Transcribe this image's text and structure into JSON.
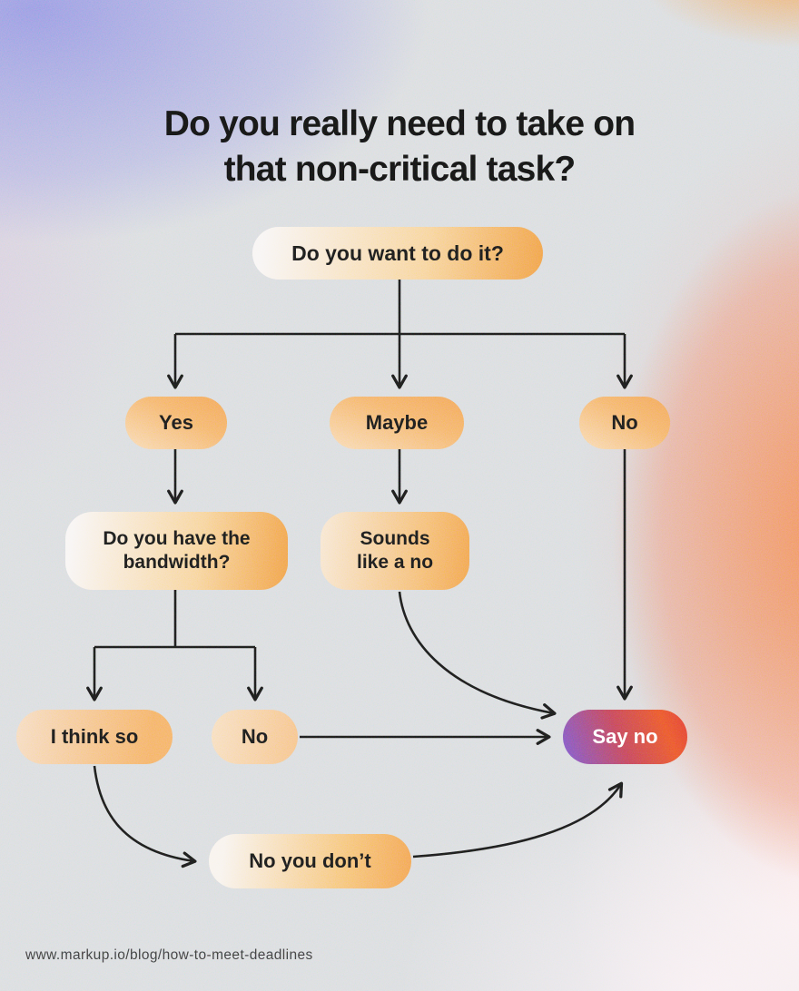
{
  "header": {
    "title_line1": "Do you really need to take on",
    "title_line2": "that non-critical task?"
  },
  "nodes": {
    "want": {
      "label": "Do you want to do it?"
    },
    "yes": {
      "label": "Yes"
    },
    "maybe": {
      "label": "Maybe"
    },
    "no_top": {
      "label": "No"
    },
    "bandwidth": {
      "label": "Do you have the bandwidth?"
    },
    "sounds": {
      "label": "Sounds like a no"
    },
    "think": {
      "label": "I think so"
    },
    "no_mid": {
      "label": "No"
    },
    "say_no": {
      "label": "Say no"
    },
    "no_dont": {
      "label": "No you don’t"
    }
  },
  "edges": [
    {
      "from": "Do you want to do it?",
      "to": "Yes"
    },
    {
      "from": "Do you want to do it?",
      "to": "Maybe"
    },
    {
      "from": "Do you want to do it?",
      "to": "No"
    },
    {
      "from": "Yes",
      "to": "Do you have the bandwidth?"
    },
    {
      "from": "Maybe",
      "to": "Sounds like a no"
    },
    {
      "from": "No",
      "to": "Say no"
    },
    {
      "from": "Do you have the bandwidth?",
      "to": "I think so"
    },
    {
      "from": "Do you have the bandwidth?",
      "to": "No"
    },
    {
      "from": "Sounds like a no",
      "to": "Say no"
    },
    {
      "from": "No",
      "to": "Say no"
    },
    {
      "from": "I think so",
      "to": "No you don’t"
    },
    {
      "from": "No you don’t",
      "to": "Say no"
    }
  ],
  "footer": {
    "url": "www.markup.io/blog/how-to-meet-deadlines"
  },
  "colors": {
    "background": "#dcdee1",
    "ink": "#1b1b1b",
    "accent_orange": "#f3a64c",
    "accent_purple": "#8a5ac6",
    "accent_red": "#e8492f",
    "say_no_text": "#ffffff"
  }
}
